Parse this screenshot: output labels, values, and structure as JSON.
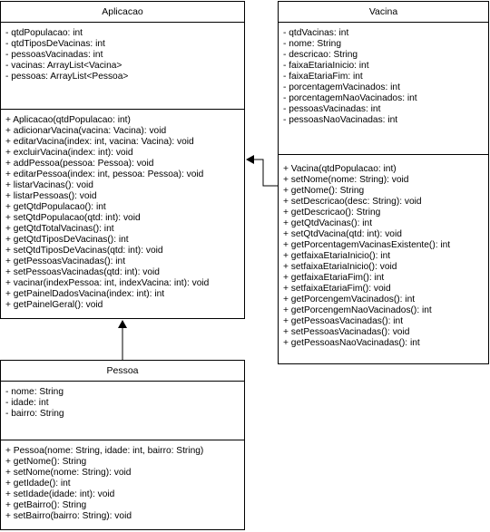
{
  "aplicacao": {
    "name": "Aplicacao",
    "attributes": [
      "- qtdPopulacao: int",
      "- qtdTiposDeVacinas: int",
      "- pessoasVacinadas: int",
      "- vacinas: ArrayList<Vacina>",
      "- pessoas: ArrayList<Pessoa>"
    ],
    "operations": [
      "+ Aplicacao(qtdPopulacao: int)",
      "+ adicionarVacina(vacina: Vacina): void",
      "+ editarVacina(index: int, vacina: Vacina): void",
      "+ excluirVacina(index: int): void",
      "+ addPessoa(pessoa: Pessoa): void",
      "+ editarPessoa(index: int, pessoa: Pessoa): void",
      "+ listarVacinas(): void",
      "+ listarPessoas(): void",
      "+ getQtdPopulacao(): int",
      "+ setQtdPopulacao(qtd: int): void",
      "+ getQtdTotalVacinas(): int",
      "+ getQtdTiposDeVacinas(): int",
      "+ setQtdTiposDeVacinas(qtd: int): void",
      "+ getPessoasVacinadas(): int",
      "+ setPessoasVacinadas(qtd: int): void",
      "+ vacinar(indexPessoa: int, indexVacina: int): void",
      "+ getPainelDadosVacina(index: int): int",
      "+ getPainelGeral(): void"
    ]
  },
  "vacina": {
    "name": "Vacina",
    "attributes": [
      "- qtdVacinas: int",
      "- nome: String",
      "- descricao: String",
      "- faixaEtariaInicio: int",
      "- faixaEtariaFim: int",
      "- porcentagemVacinados: int",
      "- porcentagemNaoVacinados: int",
      "- pessoasVacinadas: int",
      "- pessoasNaoVacinadas: int"
    ],
    "operations": [
      "+ Vacina(qtdPopulacao: int)",
      "+ setNome(nome: String): void",
      "+ getNome(): String",
      "+ setDescricao(desc: String): void",
      "+ getDescricao(): String",
      "+ getQtdVacinas(): int",
      "+ setQtdVacina(qtd: int): void",
      "+ getPorcentagemVacinasExistente(): int",
      "+ getfaixaEtariaInicio(): int",
      "+ setfaixaEtariaInicio(): void",
      "+ getfaixaEtariaFim(): int",
      "+ setfaixaEtariaFim(): void",
      "+ getPorcengemVacinados(): int",
      "+ getPorcengemNaoVacinados(): int",
      "+ getPessoasVacinadas(): int",
      "+ setPessoasVacinadas(): void",
      "+ getPessoasNaoVacinadas(): int"
    ]
  },
  "pessoa": {
    "name": "Pessoa",
    "attributes": [
      "- nome: String",
      "- idade: int",
      "- bairro: String"
    ],
    "operations": [
      "+ Pessoa(nome: String, idade: int, bairro: String)",
      "+ getNome(): String",
      "+ setNome(nome: String): void",
      "+ getIdade(): int",
      "+ setIdade(idade: int): void",
      "+ getBairro(): String",
      "+ setBairro(bairro: String): void"
    ]
  }
}
